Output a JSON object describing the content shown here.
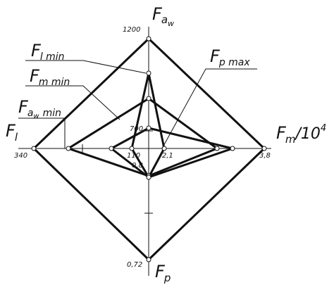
{
  "axes": {
    "top": {
      "main": "F",
      "sub": "a",
      "subsub": "w"
    },
    "right": {
      "main": "F",
      "sub": "m",
      "tail": "/10",
      "sup": "4"
    },
    "bottom": {
      "main": "F",
      "sub": "p"
    },
    "left": {
      "main": "F",
      "sub": "l"
    }
  },
  "ticks": {
    "top_max": "1200",
    "top_inner": "700",
    "left_max": "340",
    "left_inner": "110",
    "right_max": "3,8",
    "right_inner": "2,1",
    "bottom_max": "0,72",
    "bottom_inner": "0,8"
  },
  "leaders": {
    "fl_min": {
      "main": "F",
      "sub": "l min"
    },
    "fm_min": {
      "main": "F",
      "sub": "m min"
    },
    "faw_min": {
      "main": "F",
      "sub": "a",
      "subsub": "w",
      "suffix": "min"
    },
    "fp_max": {
      "main": "F",
      "sub": "p max"
    }
  }
}
